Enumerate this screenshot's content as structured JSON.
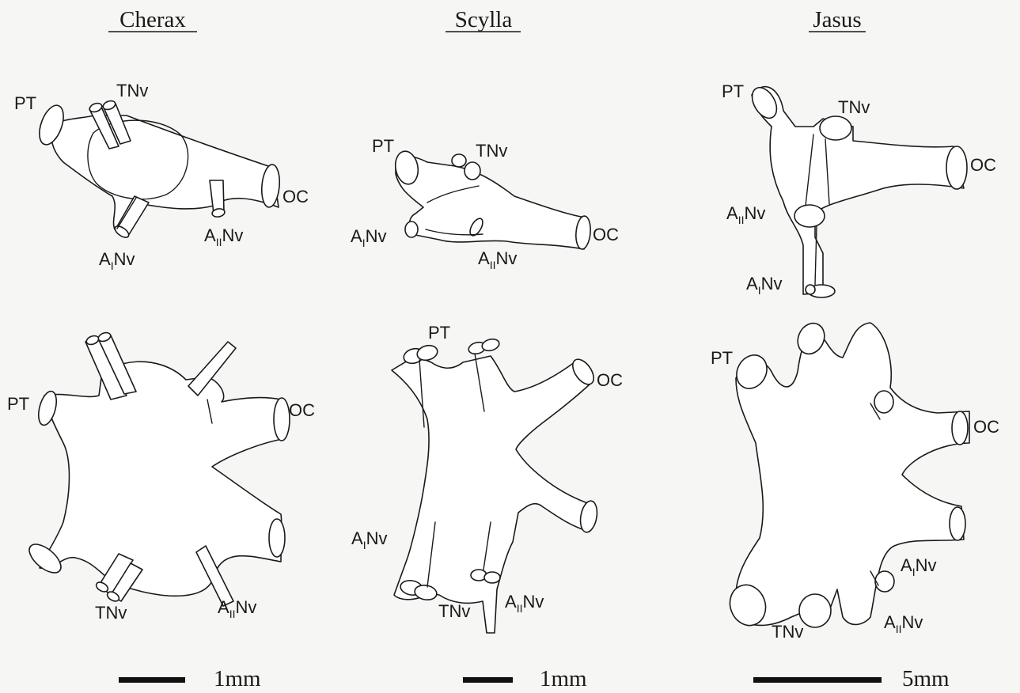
{
  "columns": [
    {
      "id": "cherax",
      "title": "Cherax",
      "scale_label": "1mm"
    },
    {
      "id": "scylla",
      "title": "Scylla",
      "scale_label": "1mm"
    },
    {
      "id": "jasus",
      "title": "Jasus",
      "scale_label": "5mm"
    }
  ],
  "labels": {
    "pt": "PT",
    "tnv": "TNv",
    "oc": "OC",
    "a": "A",
    "nv": "Nv",
    "sub_i": "I",
    "sub_ii": "II"
  }
}
